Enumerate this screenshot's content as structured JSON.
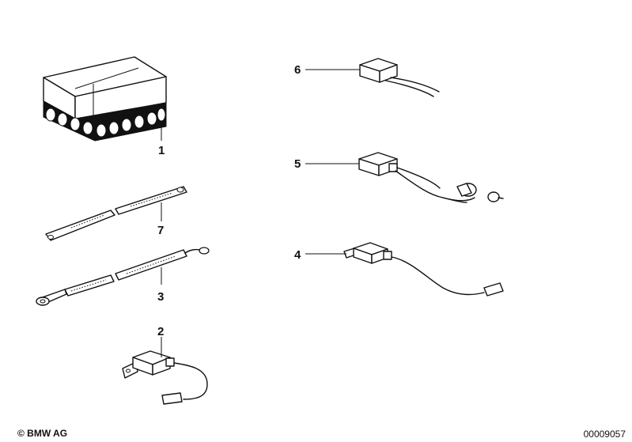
{
  "callouts": {
    "c1": "1",
    "c2": "2",
    "c3": "3",
    "c4": "4",
    "c5": "5",
    "c6": "6",
    "c7": "7"
  },
  "footer": {
    "copyright": "© BMW AG",
    "doc_number": "00009057"
  }
}
